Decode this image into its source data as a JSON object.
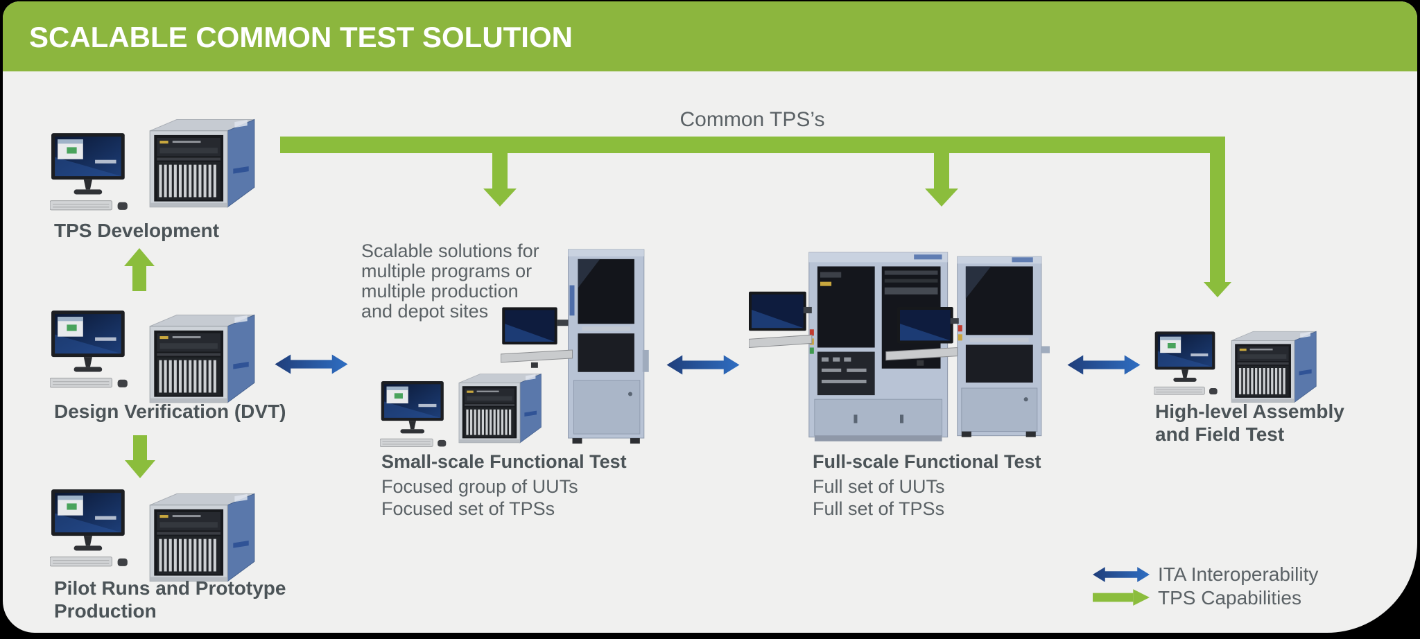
{
  "header": {
    "title": "SCALABLE COMMON TEST SOLUTION"
  },
  "flow": {
    "common_tps_label": "Common TPS’s"
  },
  "left_column": {
    "tps_development_label": "TPS Development",
    "design_verification_label": "Design Verification (DVT)",
    "pilot_runs_line1": "Pilot Runs and Prototype",
    "pilot_runs_line2": "Production"
  },
  "center": {
    "note_line1": "Scalable solutions for",
    "note_line2": "multiple programs or",
    "note_line3": "multiple production",
    "note_line4": "and depot sites",
    "small_scale": {
      "title": "Small-scale Functional Test",
      "detail1": "Focused group of UUTs",
      "detail2": "Focused set of TPSs"
    },
    "full_scale": {
      "title": "Full-scale Functional Test",
      "detail1": "Full set of UUTs",
      "detail2": "Full set of TPSs"
    }
  },
  "right_column": {
    "high_level_line1": "High-level Assembly",
    "high_level_line2": "and Field Test"
  },
  "legend": {
    "ita_label": "ITA Interoperability",
    "tps_label": "TPS Capabilities"
  },
  "colors": {
    "green": "#8BBD3C",
    "header_green": "#8CB63E",
    "blue_dark": "#1F3D7C",
    "blue_light": "#2F6EC1",
    "title_text": "#4B5357",
    "body_text": "#5A6165",
    "card_bg": "#F0F0EF"
  }
}
